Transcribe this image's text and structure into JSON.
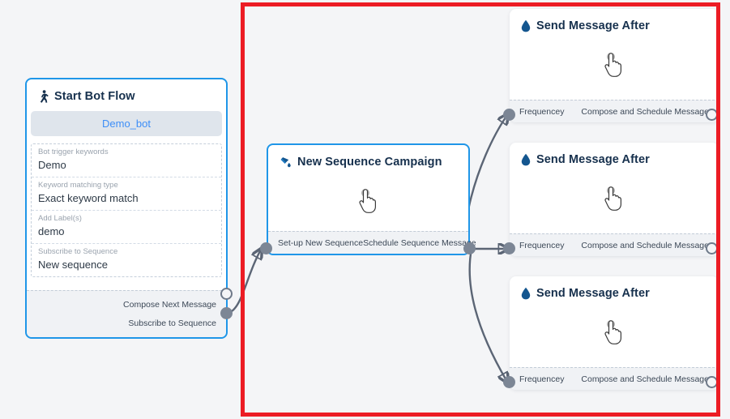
{
  "canvas": {
    "background_color": "#f4f5f7",
    "highlight_color": "#ec1c24",
    "connector_color": "#5b6575",
    "accent_color": "#1f96e8",
    "title_color": "#16304d"
  },
  "nodes": {
    "start_bot_flow": {
      "title": "Start Bot Flow",
      "icon": "running-person-icon",
      "bot_pill": "Demo_bot",
      "fields": [
        {
          "label": "Bot trigger keywords",
          "value": "Demo"
        },
        {
          "label": "Keyword matching type",
          "value": "Exact keyword match"
        },
        {
          "label": "Add Label(s)",
          "value": "demo"
        },
        {
          "label": "Subscribe to Sequence",
          "value": "New sequence"
        }
      ],
      "ports": [
        {
          "label": "Compose Next Message",
          "style": "hollow",
          "side": "right"
        },
        {
          "label": "Subscribe to Sequence",
          "style": "filled",
          "side": "right"
        }
      ]
    },
    "new_sequence_campaign": {
      "title": "New Sequence Campaign",
      "icon": "paint-pour-icon",
      "body_icon": "hand-cursor-icon",
      "ports": [
        {
          "label": "Set-up New Sequence",
          "style": "filled",
          "side": "left"
        },
        {
          "label": "Schedule Sequence Message",
          "style": "filled",
          "side": "right"
        }
      ]
    },
    "send_message_after": [
      {
        "title": "Send Message After",
        "icon": "water-droplet-icon",
        "body_icon": "hand-cursor-icon",
        "ports": [
          {
            "label": "Frequencey",
            "style": "filled",
            "side": "left"
          },
          {
            "label": "Compose and Schedule Message",
            "style": "hollow",
            "side": "right"
          }
        ]
      },
      {
        "title": "Send Message After",
        "icon": "water-droplet-icon",
        "body_icon": "hand-cursor-icon",
        "ports": [
          {
            "label": "Frequencey",
            "style": "filled",
            "side": "left"
          },
          {
            "label": "Compose and Schedule Message",
            "style": "hollow",
            "side": "right"
          }
        ]
      },
      {
        "title": "Send Message After",
        "icon": "water-droplet-icon",
        "body_icon": "hand-cursor-icon",
        "ports": [
          {
            "label": "Frequencey",
            "style": "filled",
            "side": "left"
          },
          {
            "label": "Compose and Schedule Message",
            "style": "hollow",
            "side": "right"
          }
        ]
      }
    ]
  }
}
